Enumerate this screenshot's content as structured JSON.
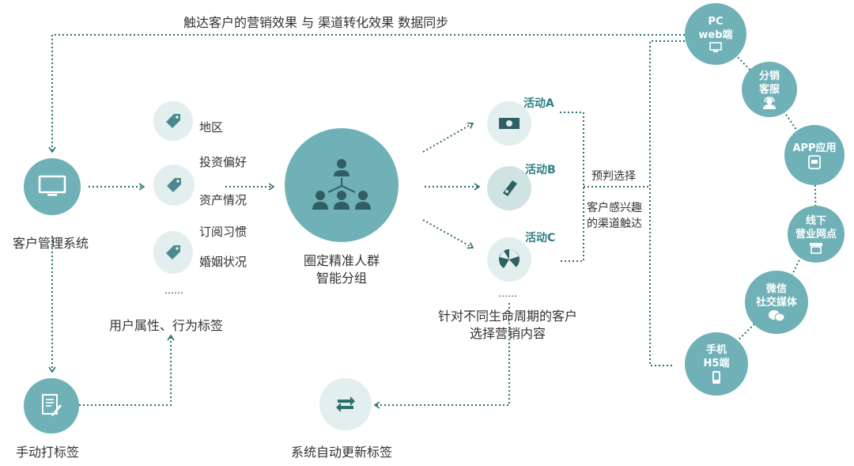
{
  "top_caption": "触达客户的营销效果 与 渠道转化效果 数据同步",
  "crm": {
    "label": "客户管理系统",
    "icon": "monitor-icon"
  },
  "manual_tag": {
    "label": "手动打标签",
    "icon": "document-edit-icon"
  },
  "auto_update": {
    "label": "系统自动更新标签",
    "icon": "refresh-arrows-icon"
  },
  "tags": {
    "items": [
      "地区",
      "投资偏好",
      "资产情况",
      "订阅习惯",
      "婚姻状况"
    ],
    "ellipsis": "……",
    "caption": "用户属性、行为标签",
    "icon": "price-tag-icon"
  },
  "grouping": {
    "line1": "圈定精准人群",
    "line2": "智能分组",
    "icon": "people-group-icon"
  },
  "activities": {
    "items": [
      {
        "label": "活动A",
        "icon": "money-bill-icon"
      },
      {
        "label": "活动B",
        "icon": "ticket-icon"
      },
      {
        "label": "活动C",
        "icon": "roulette-icon"
      }
    ],
    "ellipsis": "……",
    "caption_line1": "针对不同生命周期的客户",
    "caption_line2": "选择营销内容"
  },
  "predict": {
    "label": "预判选择",
    "reach_line1": "客户感兴趣",
    "reach_line2": "的渠道触达"
  },
  "channels": [
    {
      "line1": "PC",
      "line2": "web端",
      "icon": "desktop-icon"
    },
    {
      "line1": "分销",
      "line2": "客服",
      "icon": "headset-agent-icon"
    },
    {
      "line1": "APP应用",
      "line2": "",
      "icon": "app-phone-icon"
    },
    {
      "line1": "线下",
      "line2": "营业网点",
      "icon": "storefront-icon"
    },
    {
      "line1": "微信",
      "line2": "社交媒体",
      "icon": "wechat-icon"
    },
    {
      "line1": "手机",
      "line2": "H5端",
      "icon": "mobile-phone-icon"
    }
  ],
  "colors": {
    "teal": "#6fb1b7",
    "light_teal": "#e2efee",
    "line": "#2f6f6f"
  }
}
